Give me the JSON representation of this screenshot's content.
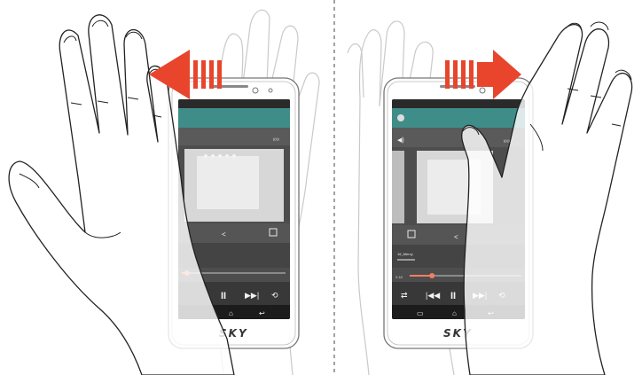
{
  "brand": "SKY",
  "panels": [
    {
      "gesture": "swipe-left",
      "arrow_color": "#e8452c",
      "song_title": "",
      "time_elapsed": ""
    },
    {
      "gesture": "swipe-right",
      "arrow_color": "#e8452c",
      "song_title": "16_Mercy",
      "time_elapsed": "0:18"
    }
  ],
  "progress": {
    "left": 0.05,
    "right": 0.2
  }
}
